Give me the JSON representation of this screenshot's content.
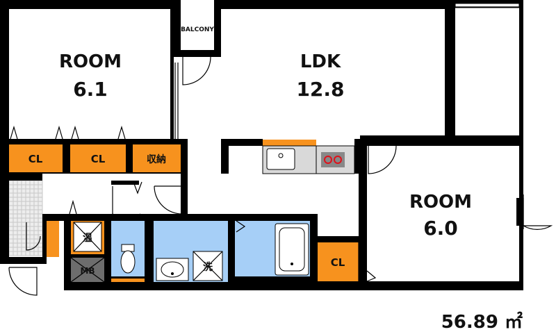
{
  "rooms": {
    "room_left": {
      "name": "ROOM",
      "area": "6.1"
    },
    "ldk": {
      "name": "LDK",
      "area": "12.8"
    },
    "room_right": {
      "name": "ROOM",
      "area": "6.0"
    }
  },
  "labels": {
    "balcony": "BALCONY",
    "closet_1": "CL",
    "closet_2": "CL",
    "storage": "収納",
    "closet_3": "CL",
    "water_heater": "温",
    "meter_box": "MB",
    "washer": "洗"
  },
  "total_area": "56.89 ㎡",
  "colors": {
    "closet": "#f7921e",
    "wet_area": "#a6cff7",
    "wall": "#000000",
    "tile": "#d9d9d9"
  }
}
